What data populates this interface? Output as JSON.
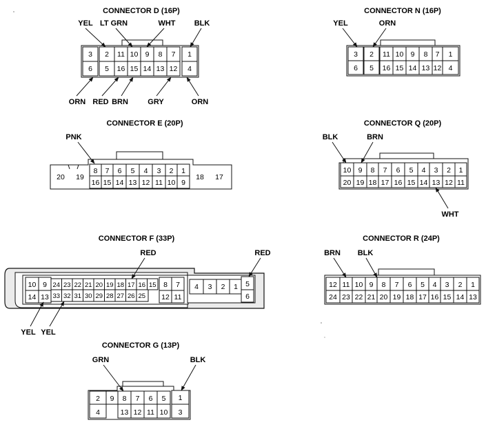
{
  "connectors": {
    "d": {
      "title": "CONNECTOR D (16P)",
      "wires": {
        "yel": "YEL",
        "ltgrn": "LT GRN",
        "wht": "WHT",
        "blk": "BLK",
        "orn1": "ORN",
        "red": "RED",
        "brn": "BRN",
        "gry": "GRY",
        "orn2": "ORN"
      },
      "top": [
        "3",
        "2",
        "11",
        "10",
        "9",
        "8",
        "7",
        "1"
      ],
      "bot": [
        "6",
        "5",
        "16",
        "15",
        "14",
        "13",
        "12",
        "4"
      ]
    },
    "n": {
      "title": "CONNECTOR N (16P)",
      "wires": {
        "yel": "YEL",
        "orn": "ORN"
      },
      "top": [
        "3",
        "2",
        "11",
        "10",
        "9",
        "8",
        "7",
        "1"
      ],
      "bot": [
        "6",
        "5",
        "16",
        "15",
        "14",
        "13",
        "12",
        "4"
      ]
    },
    "e": {
      "title": "CONNECTOR E (20P)",
      "wires": {
        "pnk": "PNK"
      },
      "top": [
        "8",
        "7",
        "6",
        "5",
        "4",
        "3",
        "2",
        "1"
      ],
      "bot": [
        "16",
        "15",
        "14",
        "13",
        "12",
        "11",
        "10",
        "9"
      ],
      "side_left": [
        "20",
        "19"
      ],
      "side_right": [
        "18",
        "17"
      ]
    },
    "q": {
      "title": "CONNECTOR Q (20P)",
      "wires": {
        "blk": "BLK",
        "brn": "BRN",
        "wht": "WHT"
      },
      "top": [
        "10",
        "9",
        "8",
        "7",
        "6",
        "5",
        "4",
        "3",
        "2",
        "1"
      ],
      "bot": [
        "20",
        "19",
        "18",
        "17",
        "16",
        "15",
        "14",
        "13",
        "12",
        "11"
      ]
    },
    "f": {
      "title": "CONNECTOR F (33P)",
      "wires": {
        "red1": "RED",
        "red2": "RED",
        "yel1": "YEL",
        "yel2": "YEL"
      },
      "top_a": [
        "10",
        "9"
      ],
      "bot_a": [
        "14",
        "13"
      ],
      "top_mid": [
        "24",
        "23",
        "22",
        "21",
        "20",
        "19",
        "18",
        "17",
        "16",
        "15"
      ],
      "bot_mid": [
        "33",
        "32",
        "31",
        "30",
        "29",
        "28",
        "27",
        "26",
        "25"
      ],
      "top_b": [
        "8",
        "7"
      ],
      "bot_b": [
        "12",
        "11"
      ],
      "single_row": [
        "4",
        "3",
        "2",
        "1"
      ],
      "right_col": [
        "5",
        "6"
      ]
    },
    "r": {
      "title": "CONNECTOR R (24P)",
      "wires": {
        "brn": "BRN",
        "blk": "BLK"
      },
      "top": [
        "12",
        "11",
        "10",
        "9",
        "8",
        "7",
        "6",
        "5",
        "4",
        "3",
        "2",
        "1"
      ],
      "bot": [
        "24",
        "23",
        "22",
        "21",
        "20",
        "19",
        "18",
        "17",
        "16",
        "15",
        "14",
        "13"
      ]
    },
    "g": {
      "title": "CONNECTOR G (13P)",
      "wires": {
        "grn": "GRN",
        "blk": "BLK"
      },
      "left": [
        "2",
        "4"
      ],
      "nine": "9",
      "top": [
        "8",
        "7",
        "6",
        "5"
      ],
      "bot": [
        "13",
        "12",
        "11",
        "10"
      ],
      "right": [
        "1",
        "3"
      ]
    }
  }
}
